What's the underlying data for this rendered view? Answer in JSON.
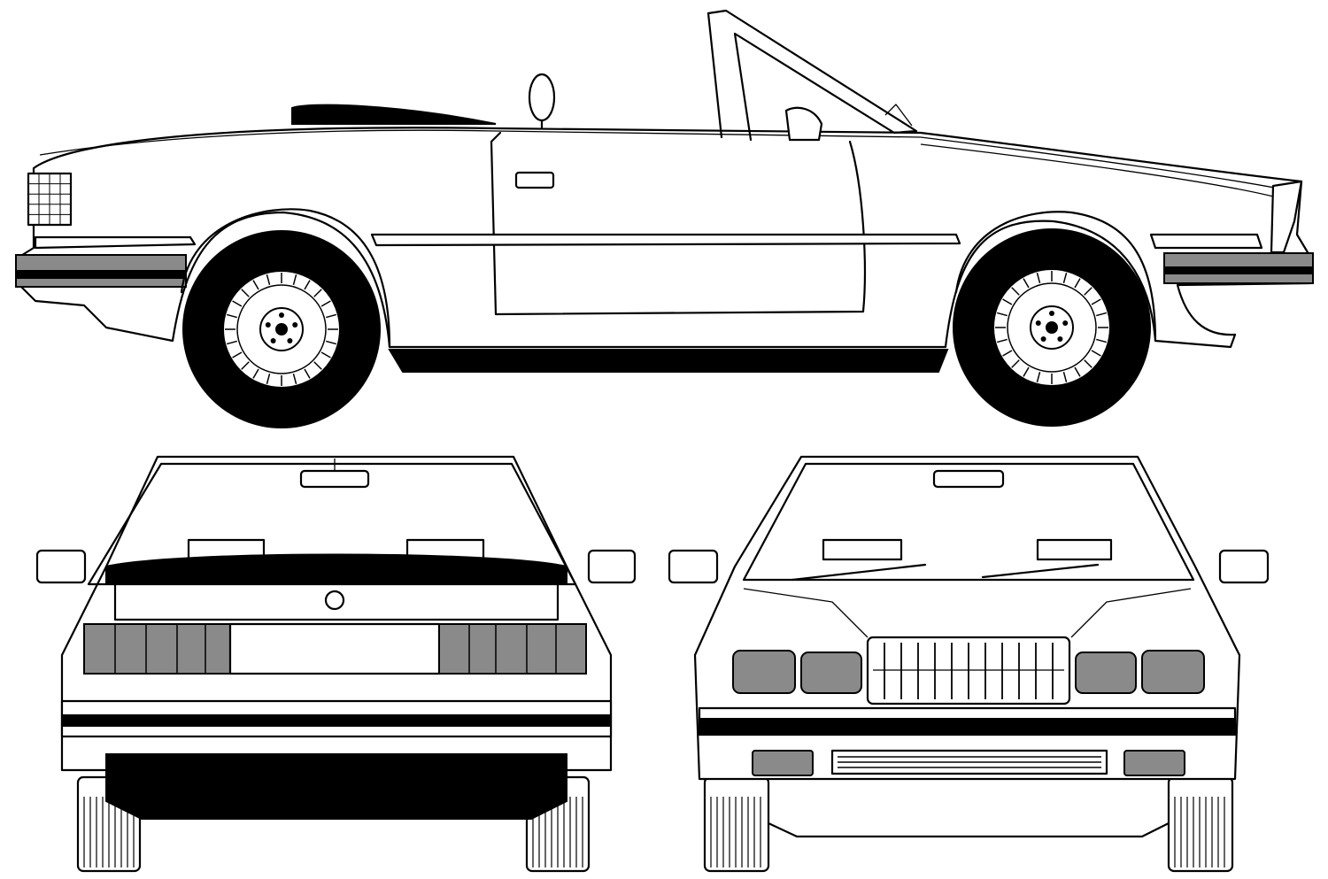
{
  "drawing": {
    "views": [
      "side-view",
      "rear-view",
      "front-view"
    ],
    "colors": {
      "ink": "#000000",
      "paper": "#ffffff",
      "tint": "#8a8a8a"
    },
    "wheel_spokes": 24,
    "grille_bars": 12,
    "tread_lines": 9
  }
}
